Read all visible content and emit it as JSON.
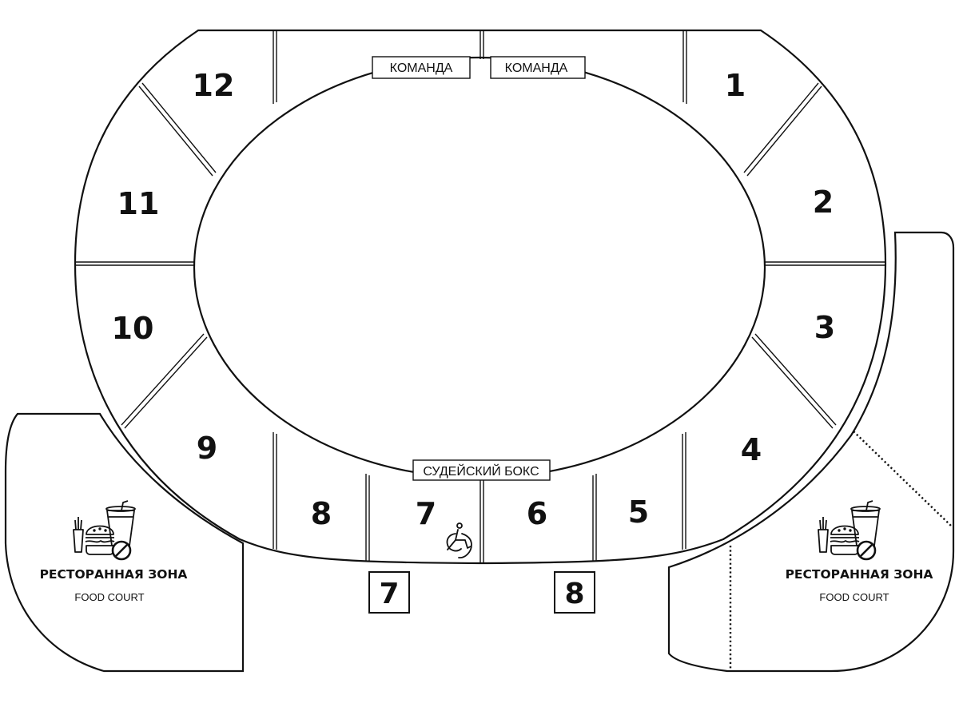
{
  "sectors": [
    {
      "id": "1",
      "label": "1"
    },
    {
      "id": "2",
      "label": "2"
    },
    {
      "id": "3",
      "label": "3"
    },
    {
      "id": "4",
      "label": "4"
    },
    {
      "id": "5",
      "label": "5"
    },
    {
      "id": "6",
      "label": "6"
    },
    {
      "id": "7",
      "label": "7"
    },
    {
      "id": "8",
      "label": "8"
    },
    {
      "id": "9",
      "label": "9"
    },
    {
      "id": "10",
      "label": "10"
    },
    {
      "id": "11",
      "label": "11"
    },
    {
      "id": "12",
      "label": "12"
    }
  ],
  "team_boxes": [
    {
      "label": "КОМАНДА"
    },
    {
      "label": "КОМАНДА"
    }
  ],
  "referee_box": {
    "label": "СУДЕЙСКИЙ БОКС"
  },
  "gates": [
    {
      "label": "7"
    },
    {
      "label": "8"
    }
  ],
  "food_courts": [
    {
      "title": "РЕСТОРАННАЯ ЗОНА",
      "subtitle": "FOOD COURT",
      "icon": "food-court-icon"
    },
    {
      "title": "РЕСТОРАННАЯ ЗОНА",
      "subtitle": "FOOD COURT",
      "icon": "food-court-icon"
    }
  ],
  "accessibility": {
    "icon": "wheelchair-icon",
    "sector": "7"
  },
  "colors": {
    "line": "#111111",
    "background": "#ffffff"
  }
}
